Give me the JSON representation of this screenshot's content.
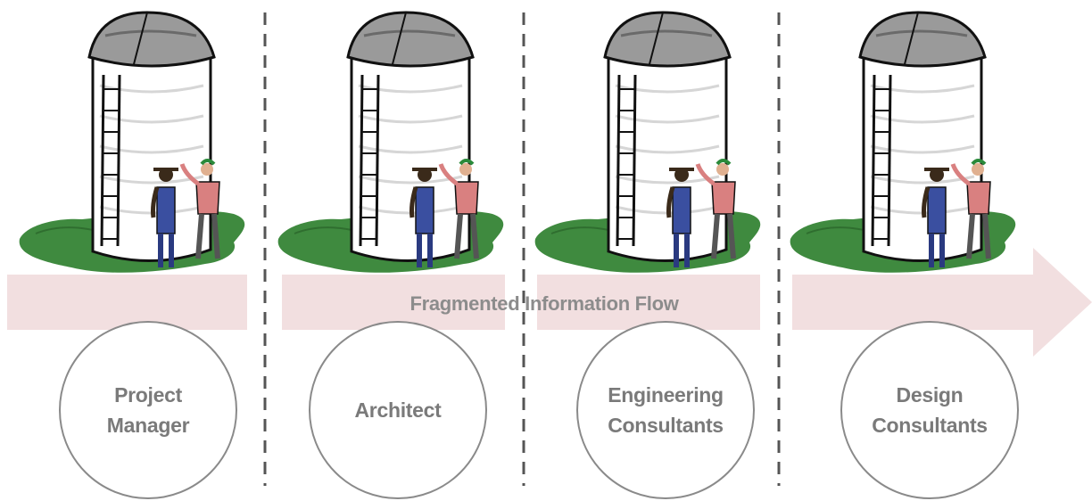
{
  "diagram": {
    "flow_label": "Fragmented Information Flow",
    "stages": [
      {
        "role": "Project Manager"
      },
      {
        "role": "Architect"
      },
      {
        "role": "Engineering Consultants"
      },
      {
        "role": "Design Consultants"
      }
    ],
    "colors": {
      "flow_band": "#f2dfe0",
      "divider": "#555555",
      "circle_border": "#8a8a8a",
      "role_text": "#7a7a7a",
      "flow_text": "#8c8c8c",
      "grass": "#3f8a3f",
      "silo_dome": "#9a9a9a"
    },
    "icons": [
      "silo-with-farmers-illustration",
      "flow-arrow-head"
    ]
  }
}
